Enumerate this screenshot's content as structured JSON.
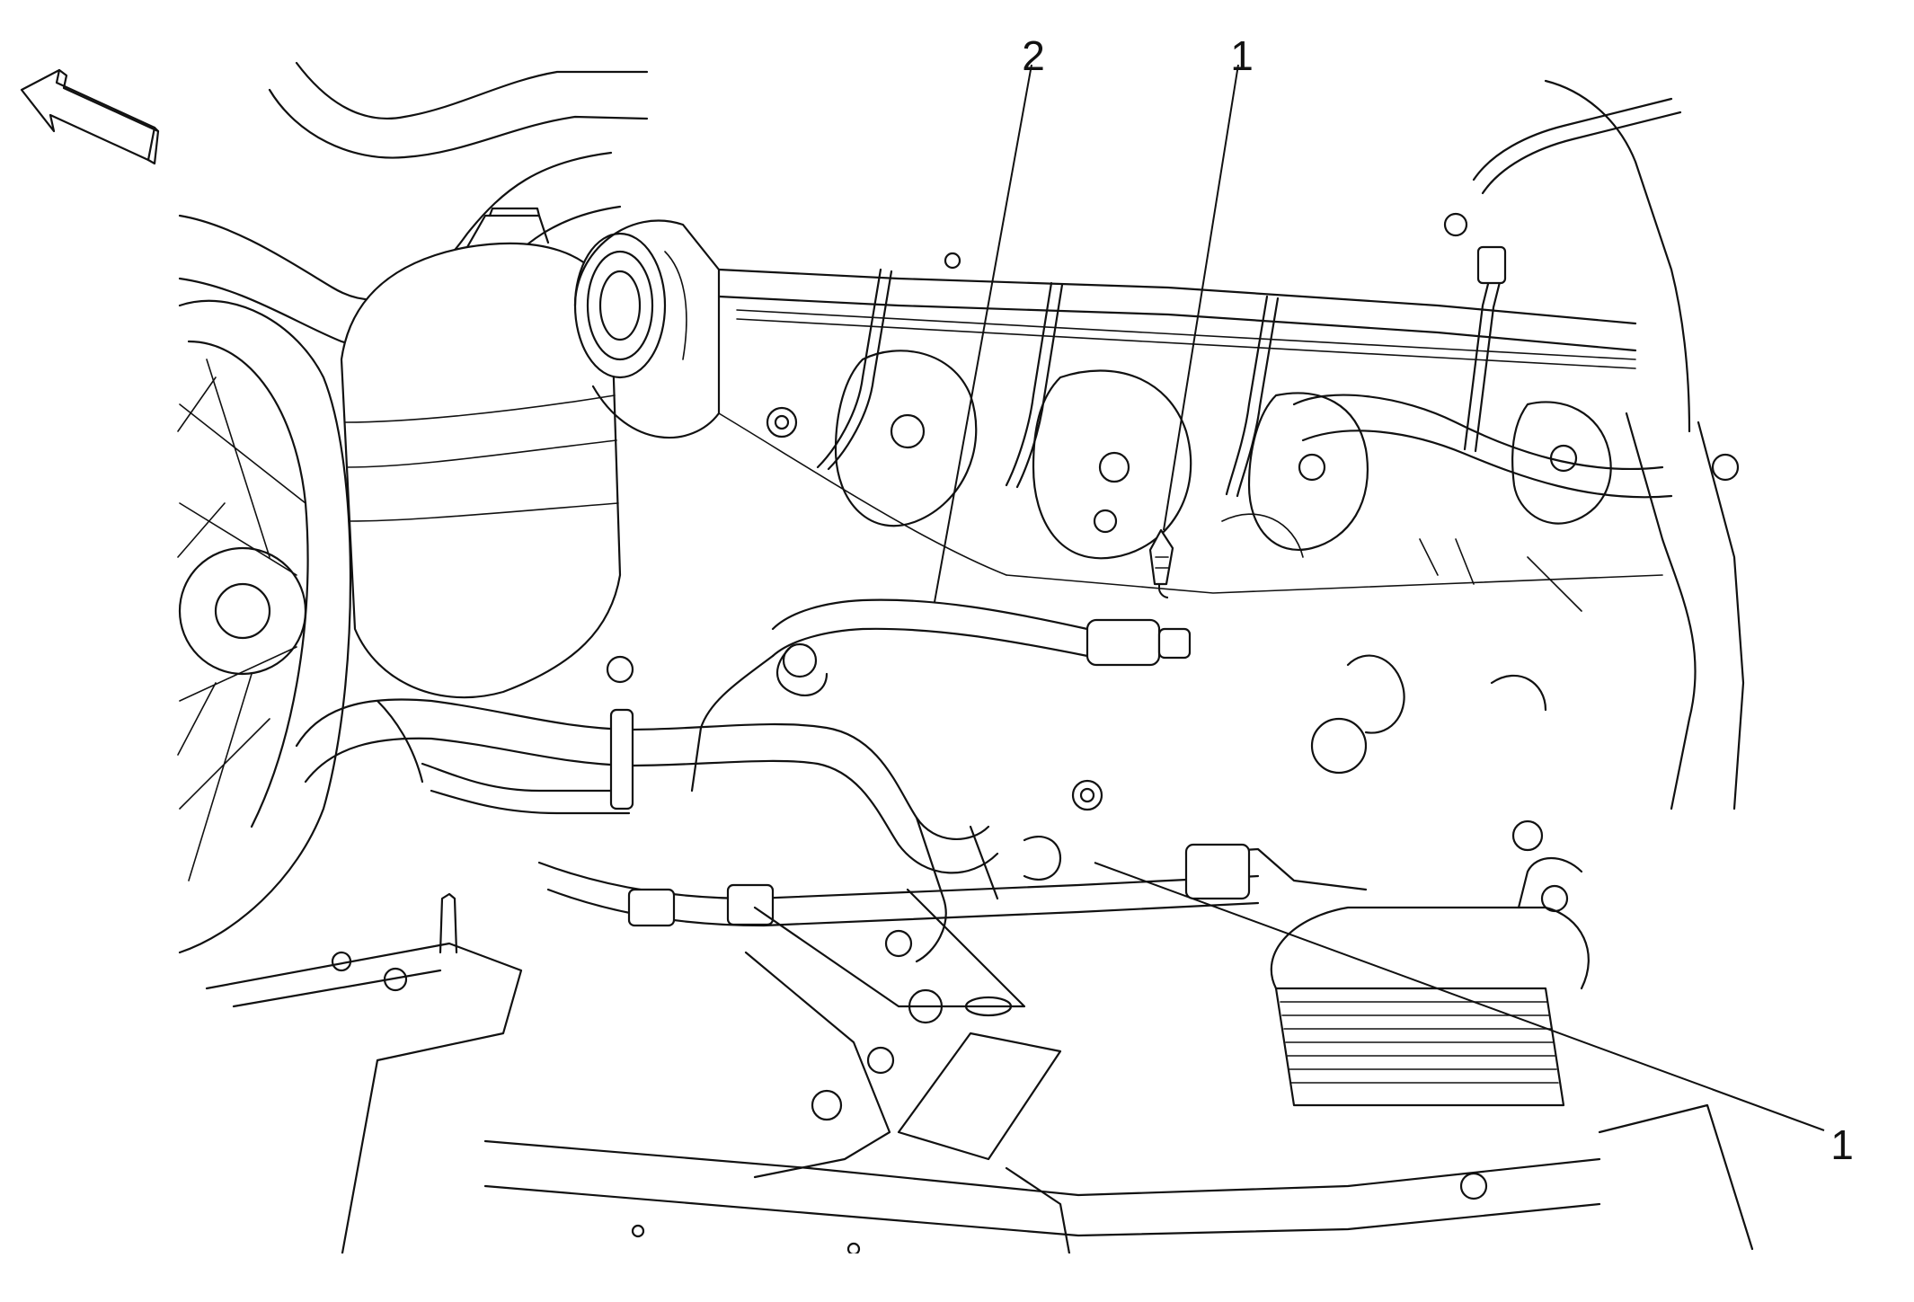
{
  "diagram": {
    "callouts": [
      {
        "id": "callout-2",
        "label": "2"
      },
      {
        "id": "callout-1-top",
        "label": "1"
      },
      {
        "id": "callout-1-right",
        "label": "1"
      }
    ],
    "icons": {
      "direction_arrow": "front-direction-arrow-icon"
    },
    "colors": {
      "line": "#111111",
      "background": "#ffffff"
    }
  }
}
